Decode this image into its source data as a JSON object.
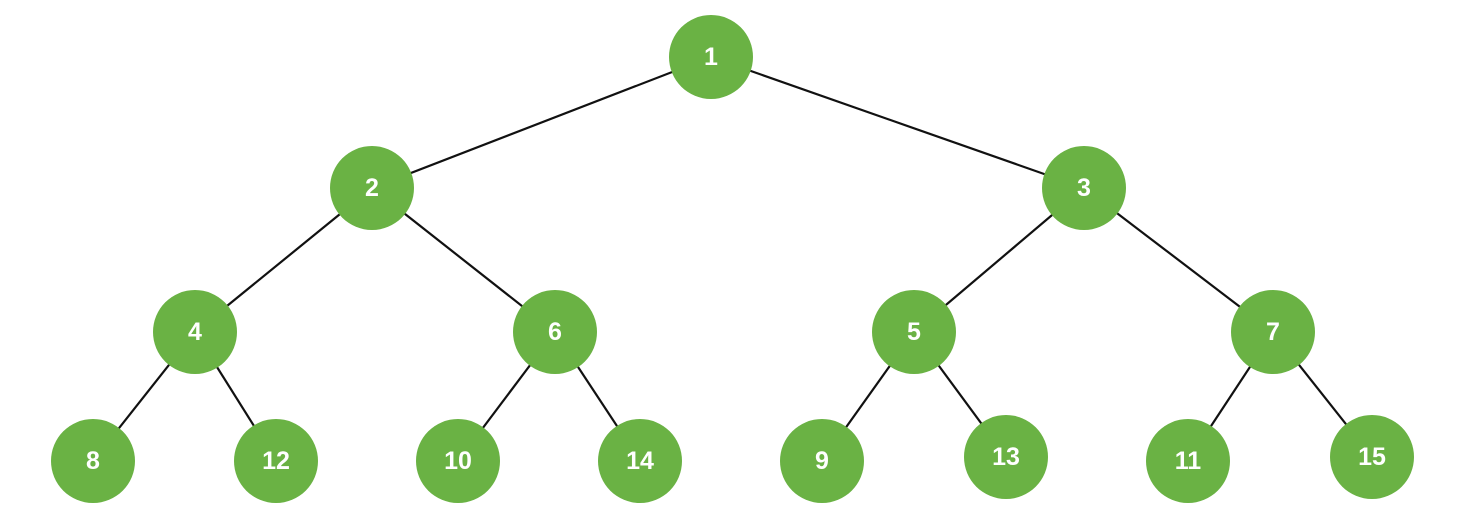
{
  "diagram": {
    "type": "binary-tree",
    "colors": {
      "node_fill": "#6ab244",
      "node_text": "#ffffff",
      "edge": "#111111",
      "background": "#ffffff"
    },
    "nodes": [
      {
        "id": "n1",
        "label": "1"
      },
      {
        "id": "n2",
        "label": "2"
      },
      {
        "id": "n3",
        "label": "3"
      },
      {
        "id": "n4",
        "label": "4"
      },
      {
        "id": "n6",
        "label": "6"
      },
      {
        "id": "n5",
        "label": "5"
      },
      {
        "id": "n7",
        "label": "7"
      },
      {
        "id": "n8",
        "label": "8"
      },
      {
        "id": "n12",
        "label": "12"
      },
      {
        "id": "n10",
        "label": "10"
      },
      {
        "id": "n14",
        "label": "14"
      },
      {
        "id": "n9",
        "label": "9"
      },
      {
        "id": "n13",
        "label": "13"
      },
      {
        "id": "n11",
        "label": "11"
      },
      {
        "id": "n15",
        "label": "15"
      }
    ],
    "edges": [
      [
        "n1",
        "n2"
      ],
      [
        "n1",
        "n3"
      ],
      [
        "n2",
        "n4"
      ],
      [
        "n2",
        "n6"
      ],
      [
        "n3",
        "n5"
      ],
      [
        "n3",
        "n7"
      ],
      [
        "n4",
        "n8"
      ],
      [
        "n4",
        "n12"
      ],
      [
        "n6",
        "n10"
      ],
      [
        "n6",
        "n14"
      ],
      [
        "n5",
        "n9"
      ],
      [
        "n5",
        "n13"
      ],
      [
        "n7",
        "n11"
      ],
      [
        "n7",
        "n15"
      ]
    ]
  }
}
